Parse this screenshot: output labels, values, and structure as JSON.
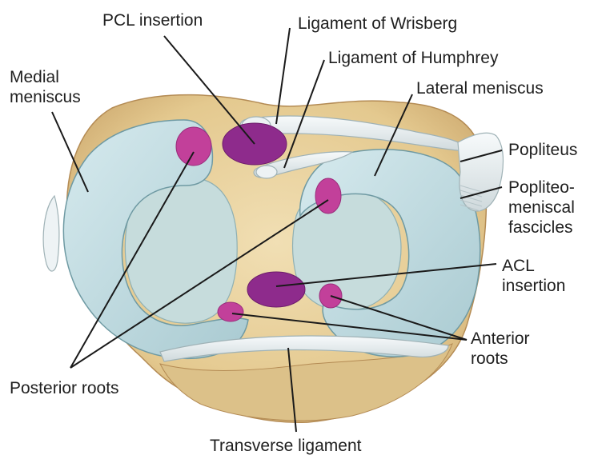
{
  "labels": {
    "pcl_insertion": "PCL insertion",
    "ligament_wrisberg": "Ligament of Wrisberg",
    "ligament_humphrey": "Ligament of Humphrey",
    "medial_meniscus": "Medial\nmeniscus",
    "lateral_meniscus": "Lateral meniscus",
    "popliteus": "Popliteus",
    "popliteomeniscal_fascicles": "Popliteo-\nmeniscal\nfascicles",
    "acl_insertion": "ACL\ninsertion",
    "anterior_roots": "Anterior\nroots",
    "posterior_roots": "Posterior roots",
    "transverse_ligament": "Transverse ligament"
  },
  "colors": {
    "bone": "#e6cf9c",
    "bone_shadow": "#c9a46a",
    "meniscus": "#bcd8dd",
    "meniscus_edge": "#6f9aa3",
    "cartilage": "#cfe2e2",
    "insertion_purple": "#8e2b8c",
    "root_pink": "#c2409a",
    "ligament_white": "#e9eef0",
    "leader_line": "#1a1a1a"
  }
}
